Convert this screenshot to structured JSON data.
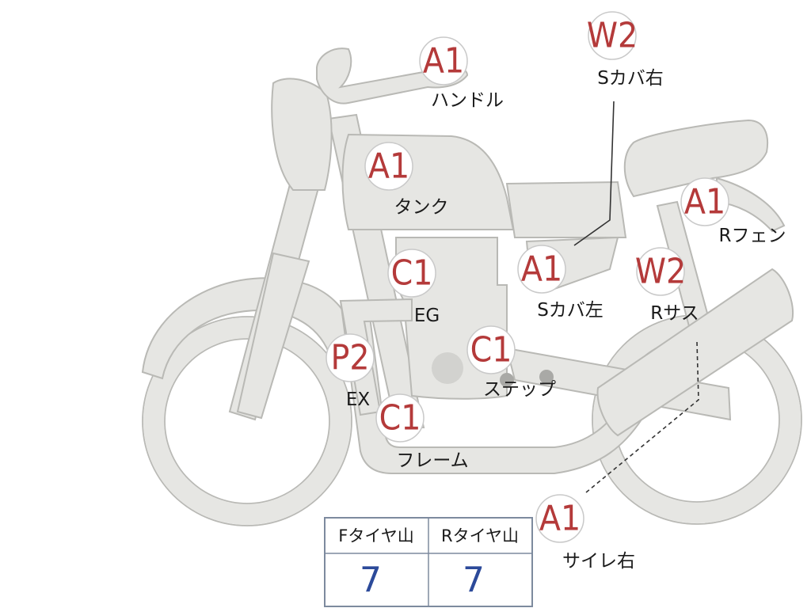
{
  "parts": [
    {
      "id": "handle",
      "grade": "A1",
      "label": "ハンドル"
    },
    {
      "id": "tank",
      "grade": "A1",
      "label": "タンク"
    },
    {
      "id": "side-cover-right",
      "grade": "W2",
      "label": "Sカバ右"
    },
    {
      "id": "rear-fender",
      "grade": "A1",
      "label": "Rフェン"
    },
    {
      "id": "engine",
      "grade": "C1",
      "label": "EG"
    },
    {
      "id": "side-cover-left",
      "grade": "A1",
      "label": "Sカバ左"
    },
    {
      "id": "rear-suspension",
      "grade": "W2",
      "label": "Rサス"
    },
    {
      "id": "exhaust",
      "grade": "P2",
      "label": "EX"
    },
    {
      "id": "step",
      "grade": "C1",
      "label": "ステップ"
    },
    {
      "id": "frame",
      "grade": "C1",
      "label": "フレーム"
    },
    {
      "id": "silencer-right",
      "grade": "A1",
      "label": "サイレ右"
    }
  ],
  "tire_table": {
    "front_header": "Fタイヤ山",
    "rear_header": "Rタイヤ山",
    "front_value": "7",
    "rear_value": "7"
  },
  "colors": {
    "grade": "#b43a3a",
    "table_value": "#2c4a9a",
    "body_fill": "#e6e6e3",
    "body_stroke": "#b9b9b5"
  }
}
